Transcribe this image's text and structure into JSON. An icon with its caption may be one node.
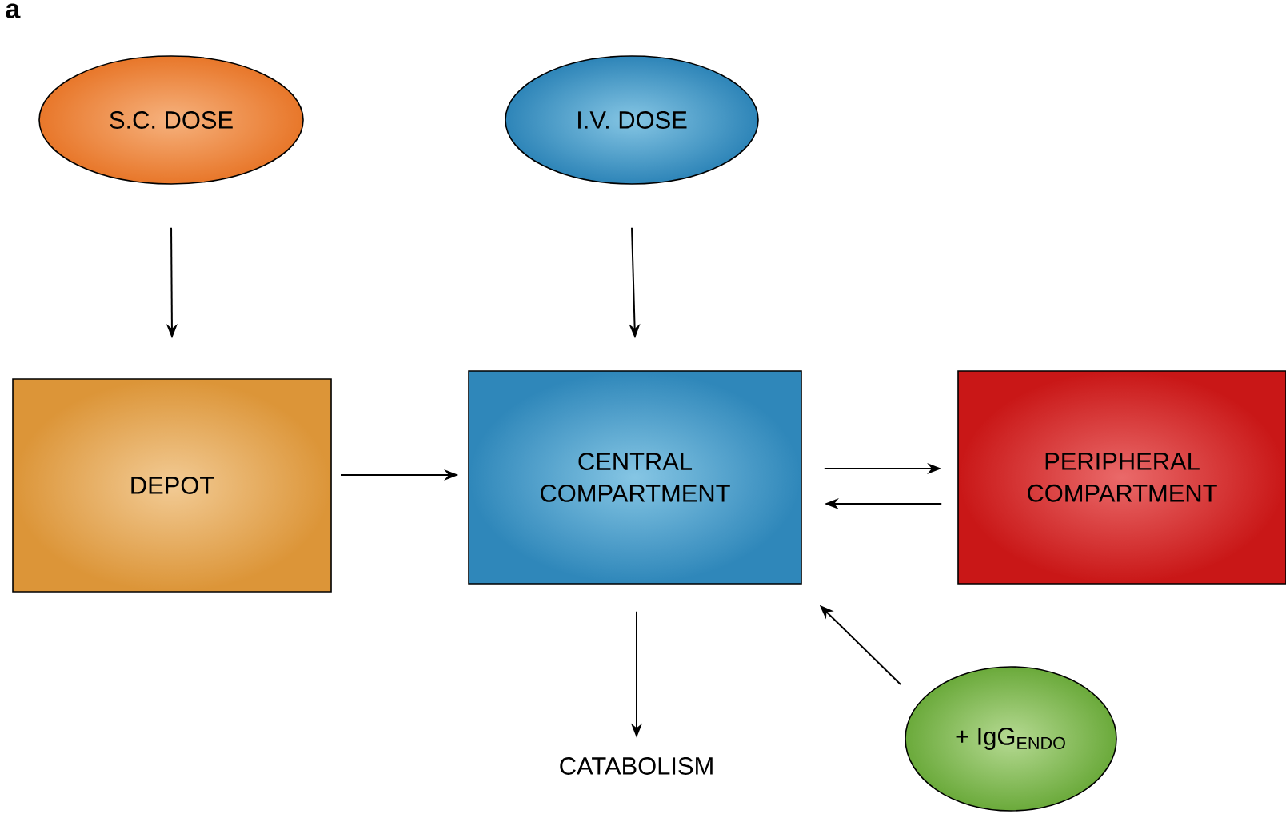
{
  "diagram": {
    "nodes": [
      {
        "text": [
          "S.C. DOSE"
        ]
      },
      {
        "text": [
          "I.V. DOSE"
        ]
      },
      {
        "text": [
          "DEPOT"
        ]
      },
      {
        "text": [
          "CENTRAL COMPARTMENT"
        ]
      },
      {
        "text": [
          "PERIPHERAL COMPARTMENT"
        ]
      },
      {
        "text": [
          "CATABOLISM"
        ]
      },
      {
        "text": [
          "+ IgG$_{ENDO}$"
        ]
      }
    ],
    "edges": [
      {
        "from": 0,
        "to": 2,
        "arrow": "to"
      },
      {
        "from": 1,
        "to": 3,
        "arrow": "to"
      },
      {
        "from": 2,
        "to": 3,
        "arrow": "to"
      },
      {
        "from": 3,
        "to": 4,
        "arrow": "to"
      },
      {
        "from": 4,
        "to": 3,
        "arrow": "to"
      },
      {
        "from": 3,
        "to": 5,
        "arrow": "to"
      },
      {
        "from": 6,
        "to": 3,
        "arrow": "to"
      }
    ],
    "labels": [
      "a"
    ]
  }
}
